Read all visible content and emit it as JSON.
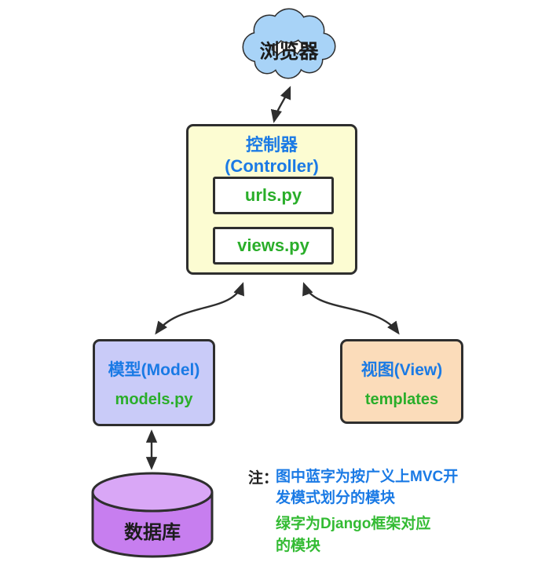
{
  "diagram": {
    "title_hint": "Django MVC architecture diagram",
    "colors": {
      "cloud_fill": "#a8d3f7",
      "controller_fill": "#fcfcd2",
      "model_fill": "#c9cbf8",
      "view_fill": "#fbdcba",
      "database_fill": "#c77eef",
      "database_top_fill": "#d9a7f6",
      "outline": "#2e2e2e",
      "blue_text": "#1a7ae5",
      "green_text": "#2aae2a"
    },
    "browser_cloud": {
      "label": "浏览器"
    },
    "controller": {
      "title_cn": "控制器",
      "title_en": "(Controller)",
      "files": [
        "urls.py",
        "views.py"
      ]
    },
    "model": {
      "title": "模型(Model)",
      "file": "models.py"
    },
    "view": {
      "title": "视图(View)",
      "file": "templates"
    },
    "database": {
      "label": "数据库"
    },
    "note": {
      "prefix": "注：",
      "blue_lines": [
        "图中蓝字为按广义上MVC开",
        "发模式划分的模块"
      ],
      "green_lines": [
        "绿字为Django框架对应",
        "的模块"
      ]
    }
  }
}
